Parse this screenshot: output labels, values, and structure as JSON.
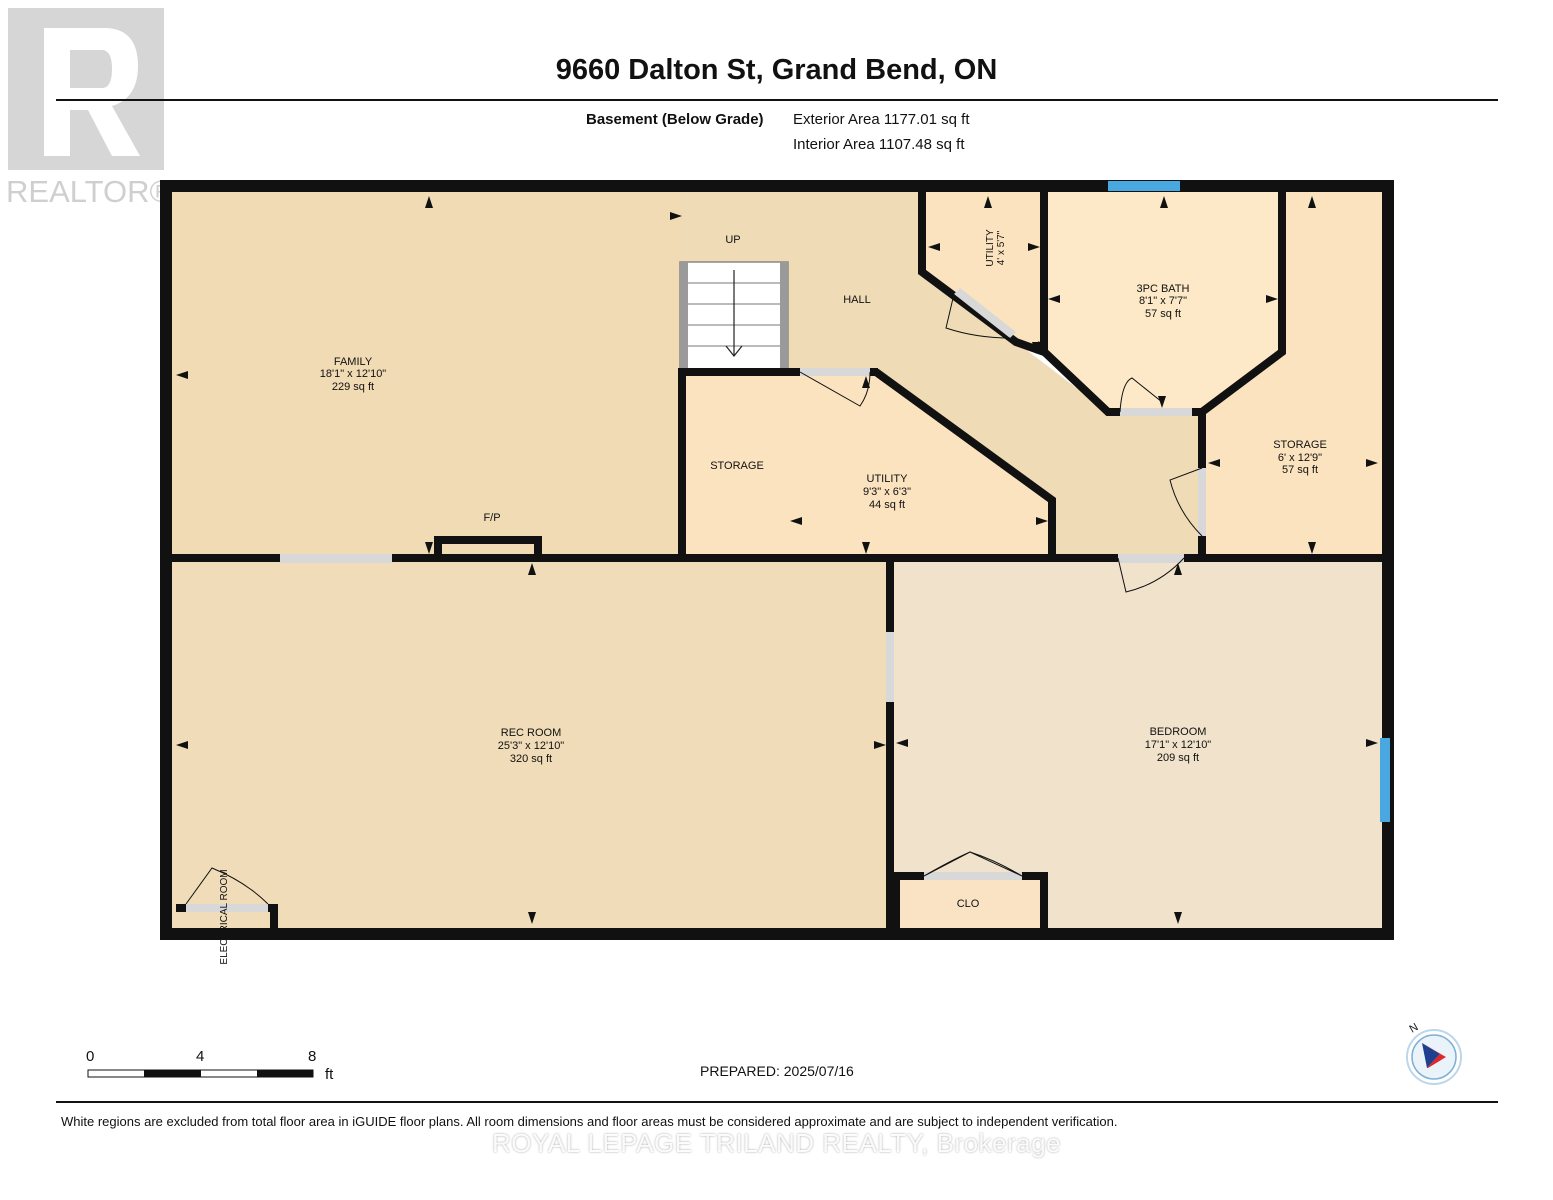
{
  "header": {
    "title": "9660 Dalton St, Grand Bend, ON",
    "level_name": "Basement (Below Grade)",
    "exterior_area": "Exterior Area 1177.01 sq ft",
    "interior_area": "Interior Area 1107.48 sq ft"
  },
  "logo": {
    "text": "REALTOR®",
    "color": "#d8d8d8"
  },
  "rooms": {
    "family": {
      "name": "FAMILY",
      "dims": "18'1\" x 12'10\"",
      "area": "229 sq ft"
    },
    "up": "UP",
    "hall": "HALL",
    "utility_small": {
      "name": "UTILITY",
      "dims": "4' x 5'7\""
    },
    "bath": {
      "name": "3PC BATH",
      "dims": "8'1\" x 7'7\"",
      "area": "57 sq ft"
    },
    "storage_right": {
      "name": "STORAGE",
      "dims": "6' x 12'9\"",
      "area": "57 sq ft"
    },
    "storage_left": "STORAGE",
    "utility_mid": {
      "name": "UTILITY",
      "dims": "9'3\" x 6'3\"",
      "area": "44 sq ft"
    },
    "fireplace": "F/P",
    "rec": {
      "name": "REC ROOM",
      "dims": "25'3\" x 12'10\"",
      "area": "320 sq ft"
    },
    "bedroom": {
      "name": "BEDROOM",
      "dims": "17'1\" x 12'10\"",
      "area": "209 sq ft"
    },
    "closet": "CLO",
    "electrical": "ELECTRICAL ROOM"
  },
  "scale": {
    "zero": "0",
    "four": "4",
    "eight": "8",
    "unit": "ft"
  },
  "compass": {
    "label": "N"
  },
  "footer": {
    "prepared": "PREPARED: 2025/07/16",
    "disclaimer": "White regions are excluded from total floor area in iGUIDE floor plans. All room dimensions and floor areas must be considered approximate and are subject to independent verification.",
    "brokerage": "ROYAL LEPAGE TRILAND REALTY, Brokerage"
  },
  "colors": {
    "wall": "#111111",
    "family_fill": "#f1dbb4",
    "hall_fill": "#efdcb7",
    "bath_fill": "#fde9c7",
    "storage_fill": "#fbe3c0",
    "utility_fill": "#fbe3c0",
    "rec_fill": "#f0dcb8",
    "bedroom_fill": "#f1e2cb",
    "closet_fill": "#f9e3c4",
    "window": "#4aa8e0",
    "door": "#d8d8d8"
  }
}
